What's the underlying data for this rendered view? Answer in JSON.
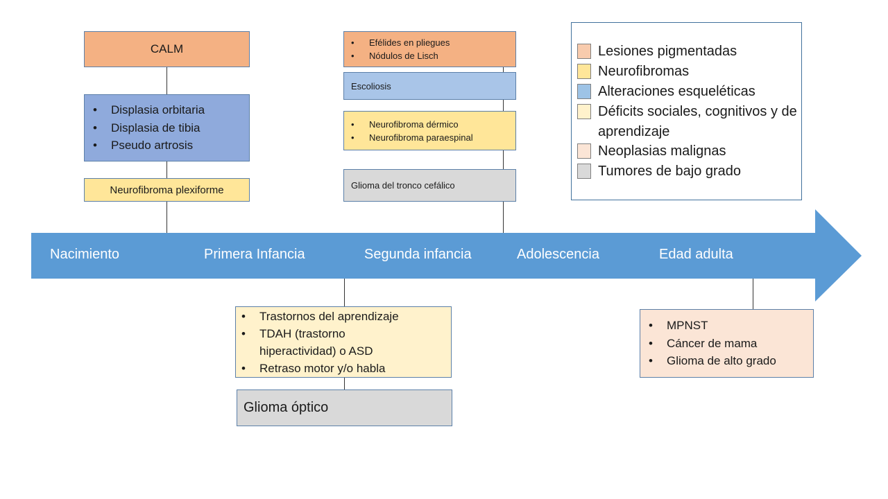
{
  "timeline": {
    "color": "#5b9bd5",
    "stages": [
      "Nacimiento",
      "Primera Infancia",
      "Segunda infancia",
      "Adolescencia",
      "Edad adulta"
    ]
  },
  "boxes": {
    "calm": "CALM",
    "skeletal_early": [
      "Displasia orbitaria",
      "Displasia de tibia",
      "Pseudo artrosis"
    ],
    "plexiform": "Neurofibroma plexiforme",
    "pigment_later": [
      "Efélides en pliegues",
      "Nódulos de Lisch"
    ],
    "scoliosis": "Escoliosis",
    "neurofibromas": [
      "Neurofibroma dérmico",
      "Neurofibroma paraespinal"
    ],
    "brainstem": "Glioma del tronco cefálico",
    "social": [
      "Trastornos del aprendizaje",
      "TDAH (trastorno hiperactividad) o ASD",
      "Retraso motor y/o habla"
    ],
    "optic": "Glioma óptico",
    "malignant": [
      "MPNST",
      "Cáncer de mama",
      "Glioma de alto grado"
    ]
  },
  "legend": [
    {
      "label": "Lesiones pigmentadas",
      "color": "#f8cbad"
    },
    {
      "label": "Neurofibromas",
      "color": "#ffe699"
    },
    {
      "label": "Alteraciones esqueléticas",
      "color": "#9dc3e6"
    },
    {
      "label": "Déficits sociales, cognitivos y de aprendizaje",
      "color": "#fff2cc"
    },
    {
      "label": "Neoplasias malignas",
      "color": "#fbe5d6"
    },
    {
      "label": "Tumores de bajo grado",
      "color": "#d9d9d9"
    }
  ]
}
